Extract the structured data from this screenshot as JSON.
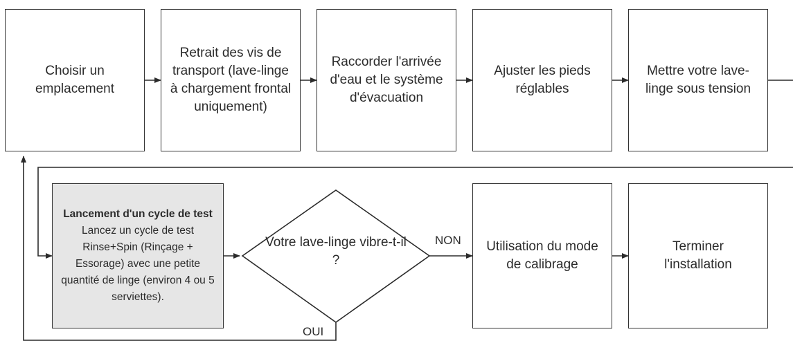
{
  "steps": {
    "choose_location": "Choisir un emplacement",
    "remove_transport_bolts": "Retrait des vis de transport (lave-linge à chargement frontal uniquement)",
    "connect_water": "Raccorder l'arrivée d'eau et le système d'évacuation",
    "adjust_feet": "Ajuster les pieds réglables",
    "power_on": "Mettre votre lave-linge sous tension",
    "test_cycle_title": "Lancement d'un cycle de test",
    "test_cycle_body": "Lancez un cycle de test Rinse+Spin (Rinçage + Essorage) avec une petite quantité de linge (environ 4 ou 5 serviettes).",
    "vibrate_question": "Votre lave-linge vibre-t-il ?",
    "calibration_mode": "Utilisation du mode de calibrage",
    "finish_install": "Terminer l'installation"
  },
  "labels": {
    "no": "NON",
    "yes": "OUI"
  },
  "colors": {
    "line": "#2b2b2b",
    "highlight_fill": "#e6e6e6"
  }
}
